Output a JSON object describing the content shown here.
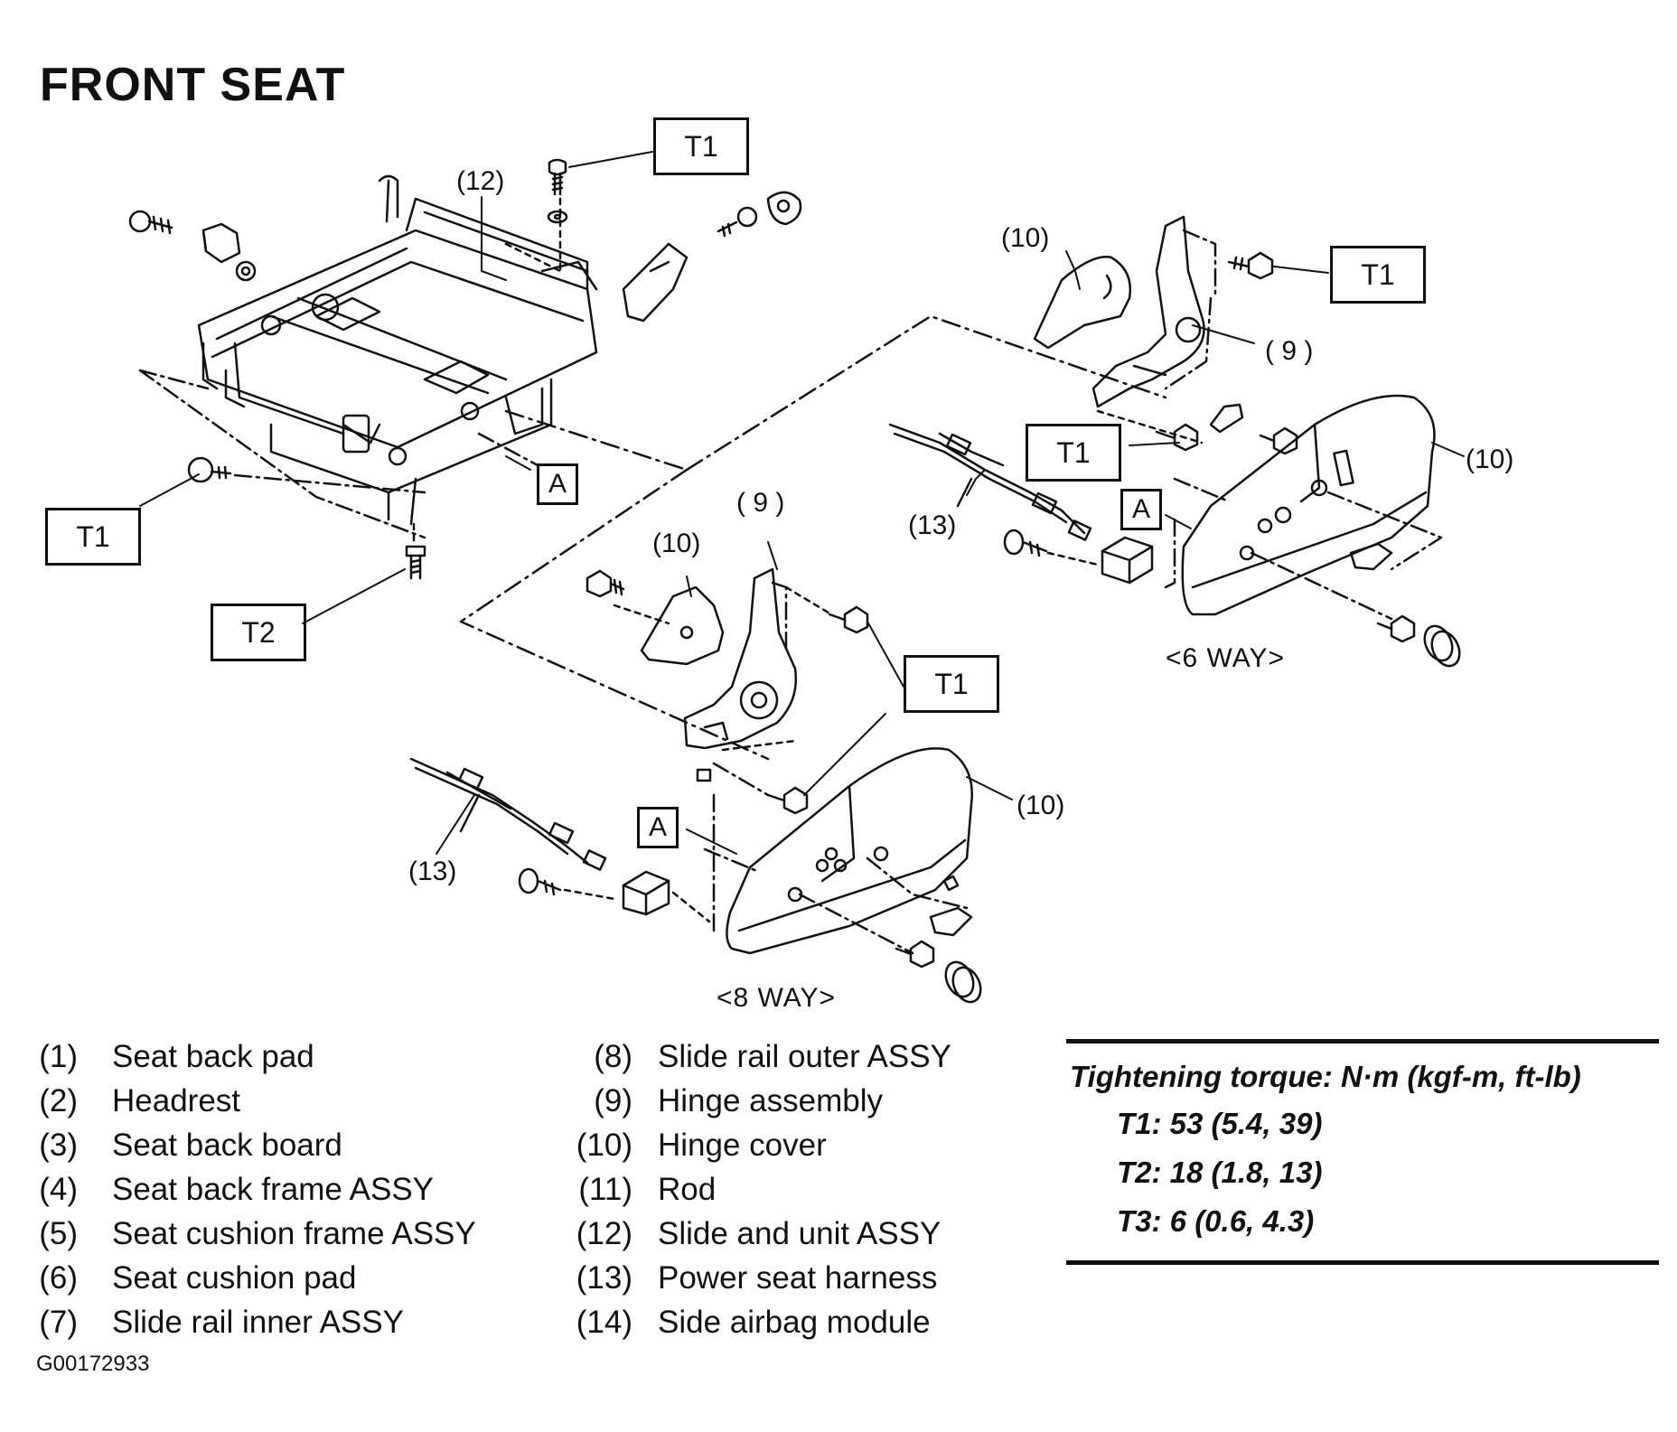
{
  "title": "FRONT SEAT",
  "figure_id": "G00172933",
  "diagram": {
    "callouts": {
      "c12": "(12)",
      "c10a": "(10)",
      "c9a": "( 9 )",
      "c10b": "(10)",
      "c13a": "(13)",
      "c9b": "( 9 )",
      "c10c": "(10)",
      "c13b": "(13)",
      "c10d": "(10)"
    },
    "torque_boxes": {
      "t1_top": "T1",
      "t1_right": "T1",
      "t1_left": "T1",
      "t2": "T2",
      "t1_mid": "T1",
      "t1_lower": "T1"
    },
    "ref_boxes": {
      "a1": "A",
      "a2": "A",
      "a3": "A"
    },
    "variants": {
      "six_way": "<6 WAY>",
      "eight_way": "<8 WAY>"
    }
  },
  "legend": {
    "left": [
      {
        "num": "(1)",
        "name": "Seat back pad"
      },
      {
        "num": "(2)",
        "name": "Headrest"
      },
      {
        "num": "(3)",
        "name": "Seat back board"
      },
      {
        "num": "(4)",
        "name": "Seat back frame ASSY"
      },
      {
        "num": "(5)",
        "name": "Seat cushion frame ASSY"
      },
      {
        "num": "(6)",
        "name": "Seat cushion pad"
      },
      {
        "num": "(7)",
        "name": "Slide rail inner ASSY"
      }
    ],
    "right": [
      {
        "num": "(8)",
        "name": "Slide rail outer ASSY"
      },
      {
        "num": "(9)",
        "name": "Hinge assembly"
      },
      {
        "num": "(10)",
        "name": "Hinge cover"
      },
      {
        "num": "(11)",
        "name": "Rod"
      },
      {
        "num": "(12)",
        "name": "Slide and unit ASSY"
      },
      {
        "num": "(13)",
        "name": "Power seat harness"
      },
      {
        "num": "(14)",
        "name": "Side airbag module"
      }
    ]
  },
  "torque": {
    "heading": "Tightening torque: N·m (kgf-m, ft-lb)",
    "t1": "T1: 53 (5.4, 39)",
    "t2": "T2: 18 (1.8, 13)",
    "t3": "T3: 6 (0.6, 4.3)"
  }
}
